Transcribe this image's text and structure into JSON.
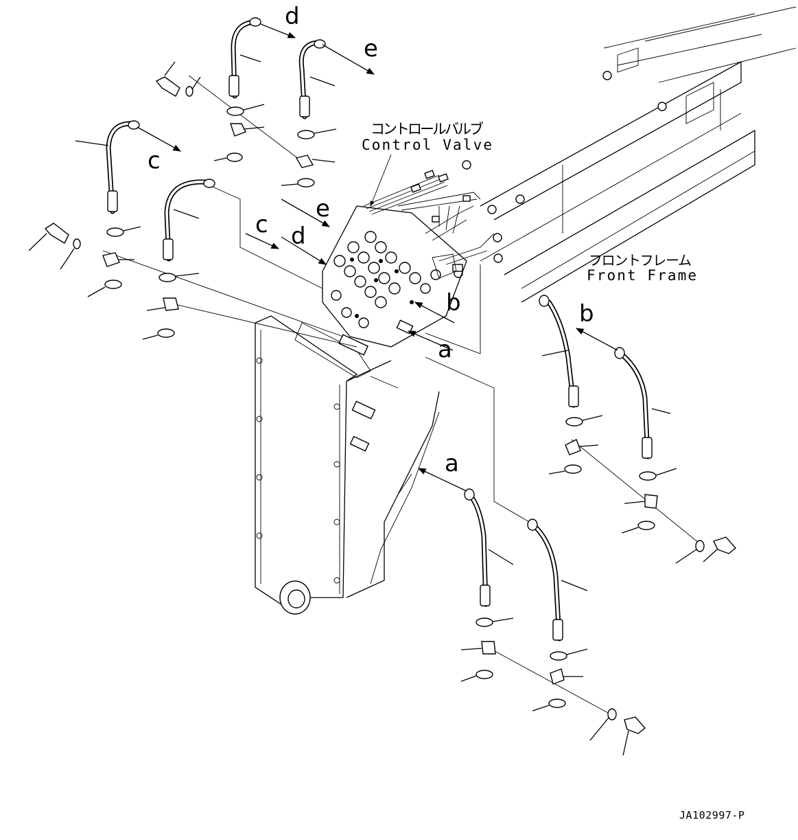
{
  "labels": {
    "control_valve_ja": "コントロールバルブ",
    "control_valve_en": "Control Valve",
    "front_frame_ja": "フロントフレーム",
    "front_frame_en": "Front Frame",
    "a": "a",
    "b": "b",
    "c": "c",
    "d": "d",
    "e": "e"
  },
  "drawing_id": "JA102997-P"
}
